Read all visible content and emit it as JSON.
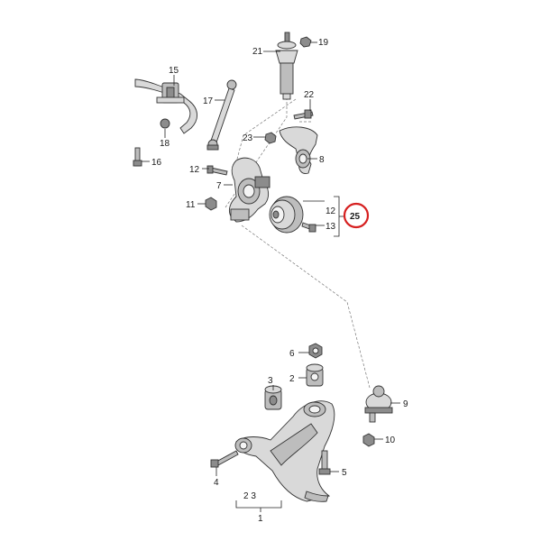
{
  "diagram": {
    "callouts": {
      "c1": "1",
      "c2": "2",
      "c3": "3",
      "c4": "4",
      "c5": "5",
      "c6": "6",
      "c7": "7",
      "c8": "8",
      "c9": "9",
      "c10": "10",
      "c11": "11",
      "c12a": "12",
      "c12b": "12",
      "c13": "13",
      "c15": "15",
      "c16": "16",
      "c17": "17",
      "c18": "18",
      "c19": "19",
      "c21": "21",
      "c22": "22",
      "c23": "23",
      "c23b": "2 3",
      "c25": "25"
    },
    "highlight": {
      "callout": "25",
      "color": "#d62020"
    }
  }
}
